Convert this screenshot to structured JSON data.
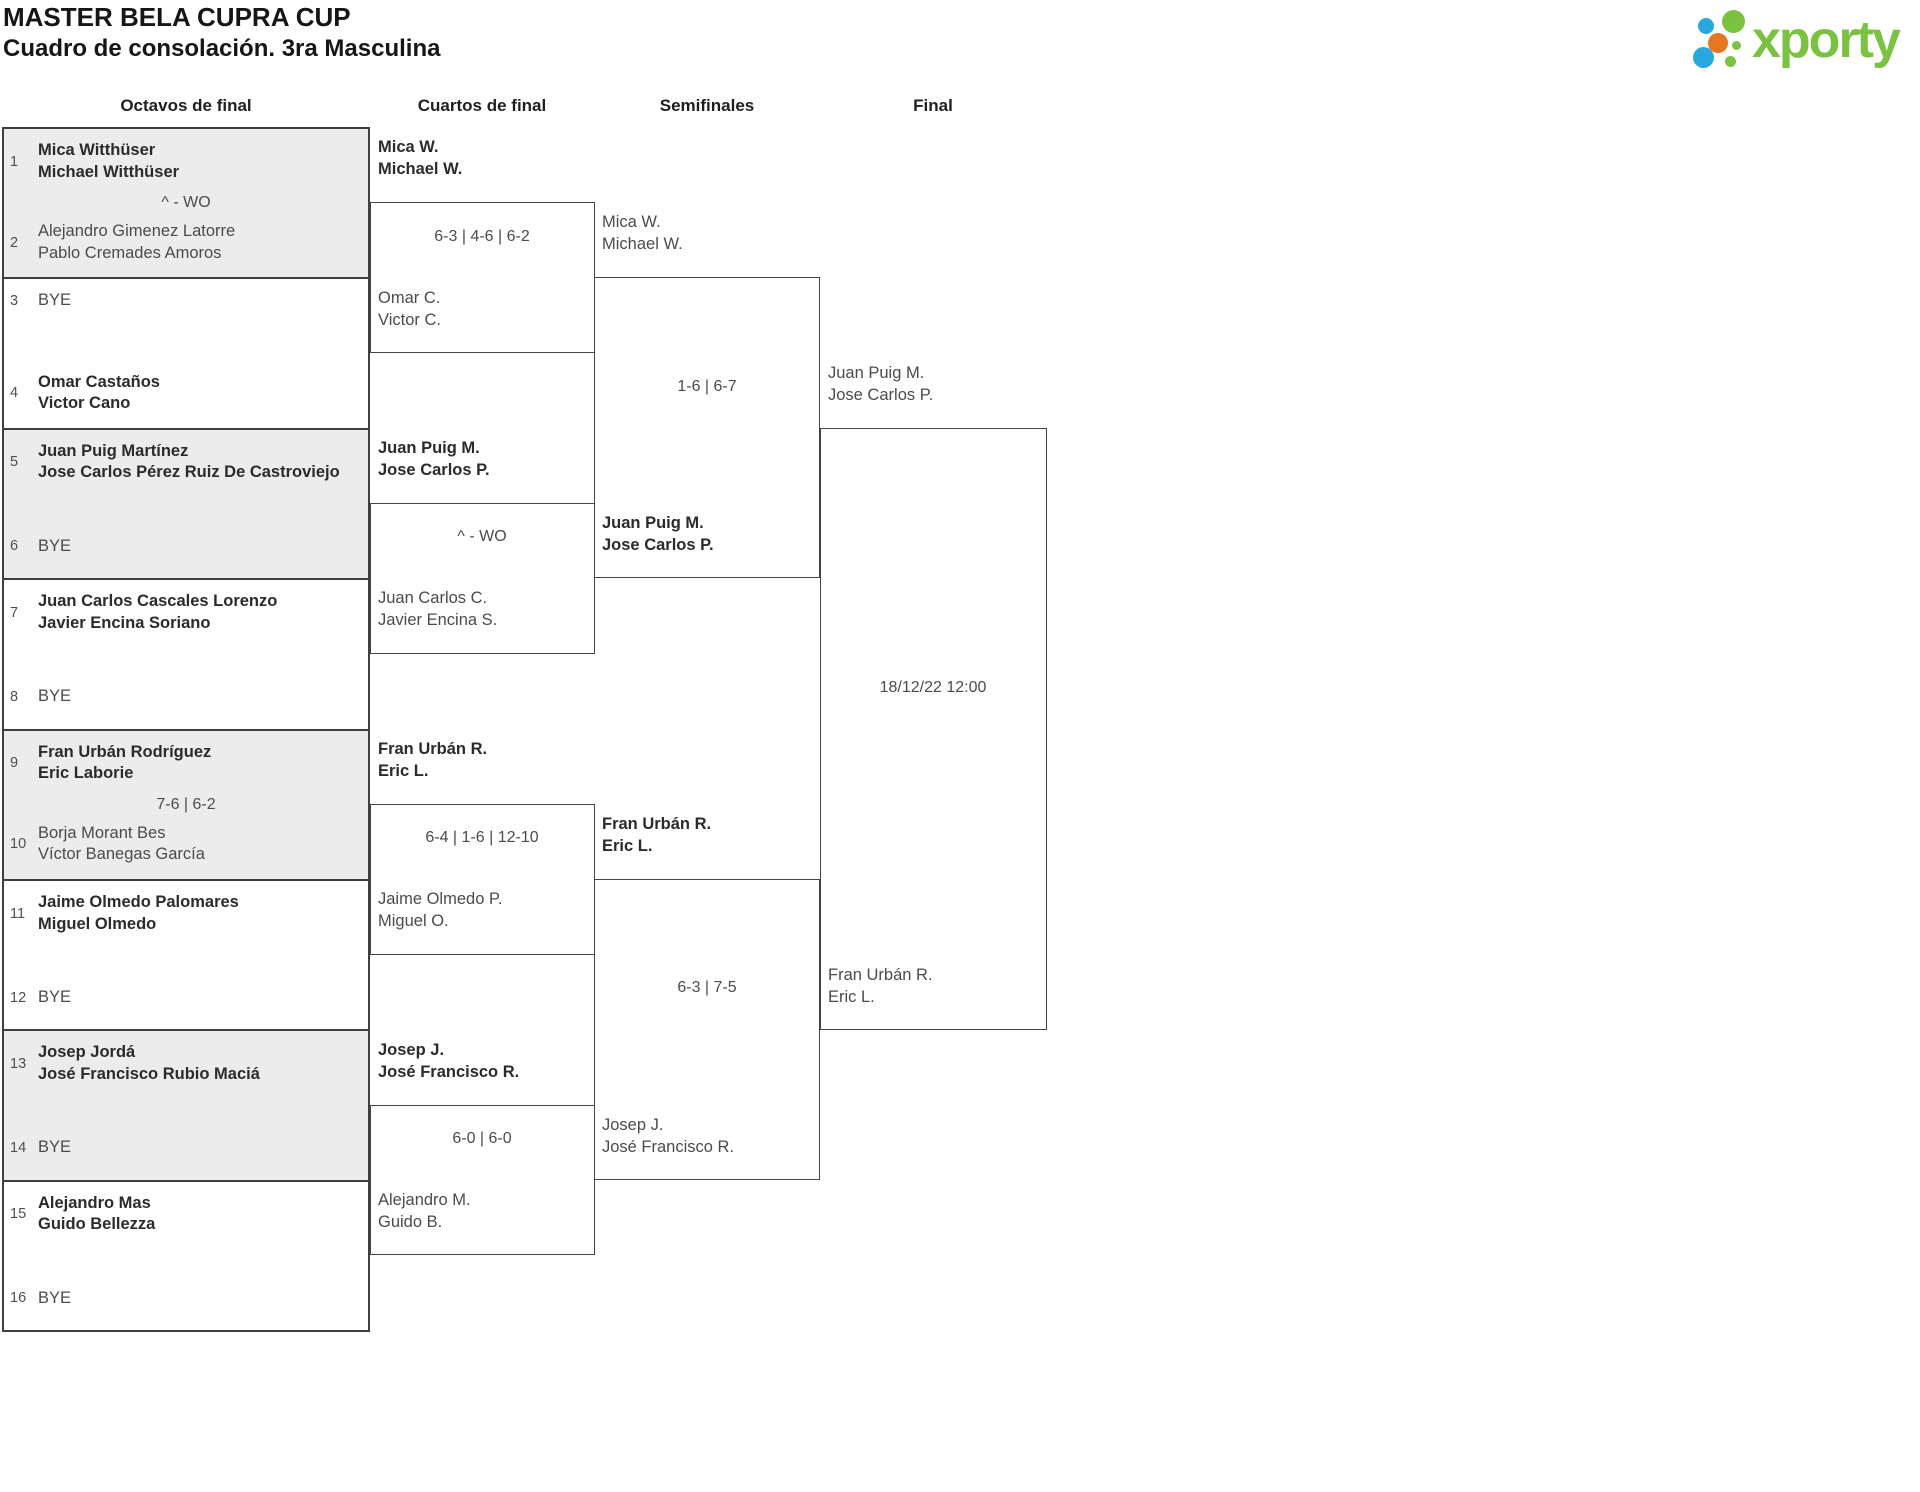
{
  "header": {
    "title": "MASTER BELA CUPRA CUP",
    "subtitle": "Cuadro de consolación. 3ra Masculina"
  },
  "logo": {
    "brand": "xporty",
    "colors": {
      "brand_green": "#7CC242",
      "dot_blue": "#29A8E0",
      "dot_orange": "#E87722"
    }
  },
  "theme": {
    "shaded_box": "#ECECEC",
    "line": "#3F3F3F"
  },
  "rounds": [
    {
      "label": "Octavos de final"
    },
    {
      "label": "Cuartos de final"
    },
    {
      "label": "Semifinales"
    },
    {
      "label": "Final"
    }
  ],
  "r16": {
    "matches": [
      {
        "score": "^ - WO",
        "top": {
          "seed": "1",
          "line1": "Mica Witthüser",
          "line2": "Michael Witthüser",
          "winner": true
        },
        "bottom": {
          "seed": "2",
          "line1": "Alejandro Gimenez Latorre",
          "line2": "Pablo Cremades Amoros",
          "winner": false
        }
      },
      {
        "score": "",
        "top": {
          "seed": "3",
          "line1": "BYE",
          "line2": "",
          "winner": false
        },
        "bottom": {
          "seed": "4",
          "line1": "Omar Castaños",
          "line2": "Victor Cano",
          "winner": true
        }
      },
      {
        "score": "",
        "top": {
          "seed": "5",
          "line1": "Juan Puig Martínez",
          "line2": "Jose Carlos Pérez Ruiz De Castroviejo",
          "winner": true
        },
        "bottom": {
          "seed": "6",
          "line1": "BYE",
          "line2": "",
          "winner": false
        }
      },
      {
        "score": "",
        "top": {
          "seed": "7",
          "line1": "Juan Carlos Cascales Lorenzo",
          "line2": "Javier Encina Soriano",
          "winner": true
        },
        "bottom": {
          "seed": "8",
          "line1": "BYE",
          "line2": "",
          "winner": false
        }
      },
      {
        "score": "7-6 | 6-2",
        "top": {
          "seed": "9",
          "line1": "Fran Urbán Rodríguez",
          "line2": "Eric Laborie",
          "winner": true
        },
        "bottom": {
          "seed": "10",
          "line1": "Borja Morant Bes",
          "line2": "Víctor Banegas García",
          "winner": false
        }
      },
      {
        "score": "",
        "top": {
          "seed": "11",
          "line1": "Jaime Olmedo Palomares",
          "line2": "Miguel Olmedo",
          "winner": true
        },
        "bottom": {
          "seed": "12",
          "line1": "BYE",
          "line2": "",
          "winner": false
        }
      },
      {
        "score": "",
        "top": {
          "seed": "13",
          "line1": "Josep Jordá",
          "line2": "José Francisco Rubio Maciá",
          "winner": true
        },
        "bottom": {
          "seed": "14",
          "line1": "BYE",
          "line2": "",
          "winner": false
        }
      },
      {
        "score": "",
        "top": {
          "seed": "15",
          "line1": "Alejandro Mas",
          "line2": "Guido Bellezza",
          "winner": true
        },
        "bottom": {
          "seed": "16",
          "line1": "BYE",
          "line2": "",
          "winner": false
        }
      }
    ]
  },
  "qf": {
    "matches": [
      {
        "score": "6-3 | 4-6 | 6-2",
        "top": {
          "line1": "Mica W.",
          "line2": "Michael W.",
          "winner": true
        },
        "bottom": {
          "line1": "Omar C.",
          "line2": "Victor C.",
          "winner": false
        }
      },
      {
        "score": "^ - WO",
        "top": {
          "line1": "Juan Puig M.",
          "line2": "Jose Carlos P.",
          "winner": true
        },
        "bottom": {
          "line1": "Juan Carlos C.",
          "line2": "Javier Encina S.",
          "winner": false
        }
      },
      {
        "score": "6-4 | 1-6 | 12-10",
        "top": {
          "line1": "Fran Urbán R.",
          "line2": "Eric L.",
          "winner": true
        },
        "bottom": {
          "line1": "Jaime Olmedo P.",
          "line2": "Miguel O.",
          "winner": false
        }
      },
      {
        "score": "6-0 | 6-0",
        "top": {
          "line1": "Josep J.",
          "line2": "José Francisco R.",
          "winner": true
        },
        "bottom": {
          "line1": "Alejandro M.",
          "line2": "Guido B.",
          "winner": false
        }
      }
    ]
  },
  "sf": {
    "matches": [
      {
        "score": "1-6 | 6-7",
        "top": {
          "line1": "Mica W.",
          "line2": "Michael W.",
          "winner": false
        },
        "bottom": {
          "line1": "Juan Puig M.",
          "line2": "Jose Carlos P.",
          "winner": true
        }
      },
      {
        "score": "6-3 | 7-5",
        "top": {
          "line1": "Fran Urbán R.",
          "line2": "Eric L.",
          "winner": true
        },
        "bottom": {
          "line1": "Josep J.",
          "line2": "José Francisco R.",
          "winner": false
        }
      }
    ]
  },
  "final": {
    "date": "18/12/22 12:00",
    "top": {
      "line1": "Juan Puig M.",
      "line2": "Jose Carlos P."
    },
    "bottom": {
      "line1": "Fran Urbán R.",
      "line2": "Eric L."
    }
  }
}
